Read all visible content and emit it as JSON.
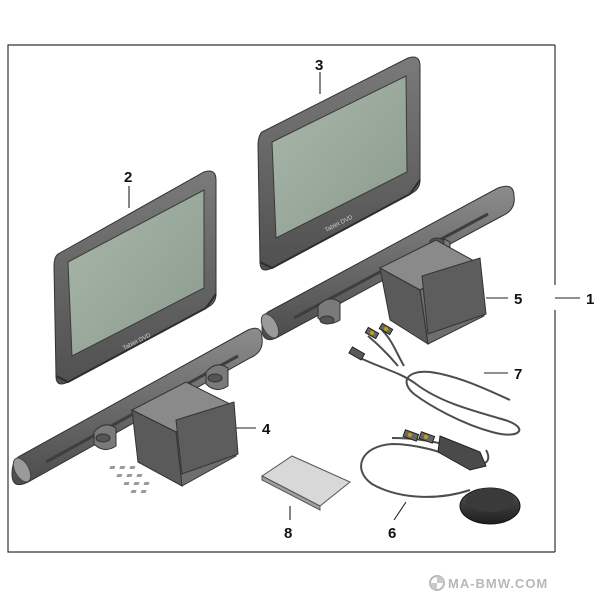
{
  "callouts": {
    "c1": "1",
    "c2": "2",
    "c3": "3",
    "c4": "4",
    "c5": "5",
    "c6": "6",
    "c7": "7",
    "c8": "8"
  },
  "screen_label": "Tablet DVD",
  "watermark": "MA-BMW.COM",
  "colors": {
    "frame": "#333333",
    "housing": "#6d6d6d",
    "housing_dark": "#4a4a4a",
    "screen": "#9aaa9b",
    "cable": "#4d4d4d",
    "callout_text": "#111111"
  },
  "icons": {
    "watermark_logo": "bmw-roundel-icon"
  }
}
